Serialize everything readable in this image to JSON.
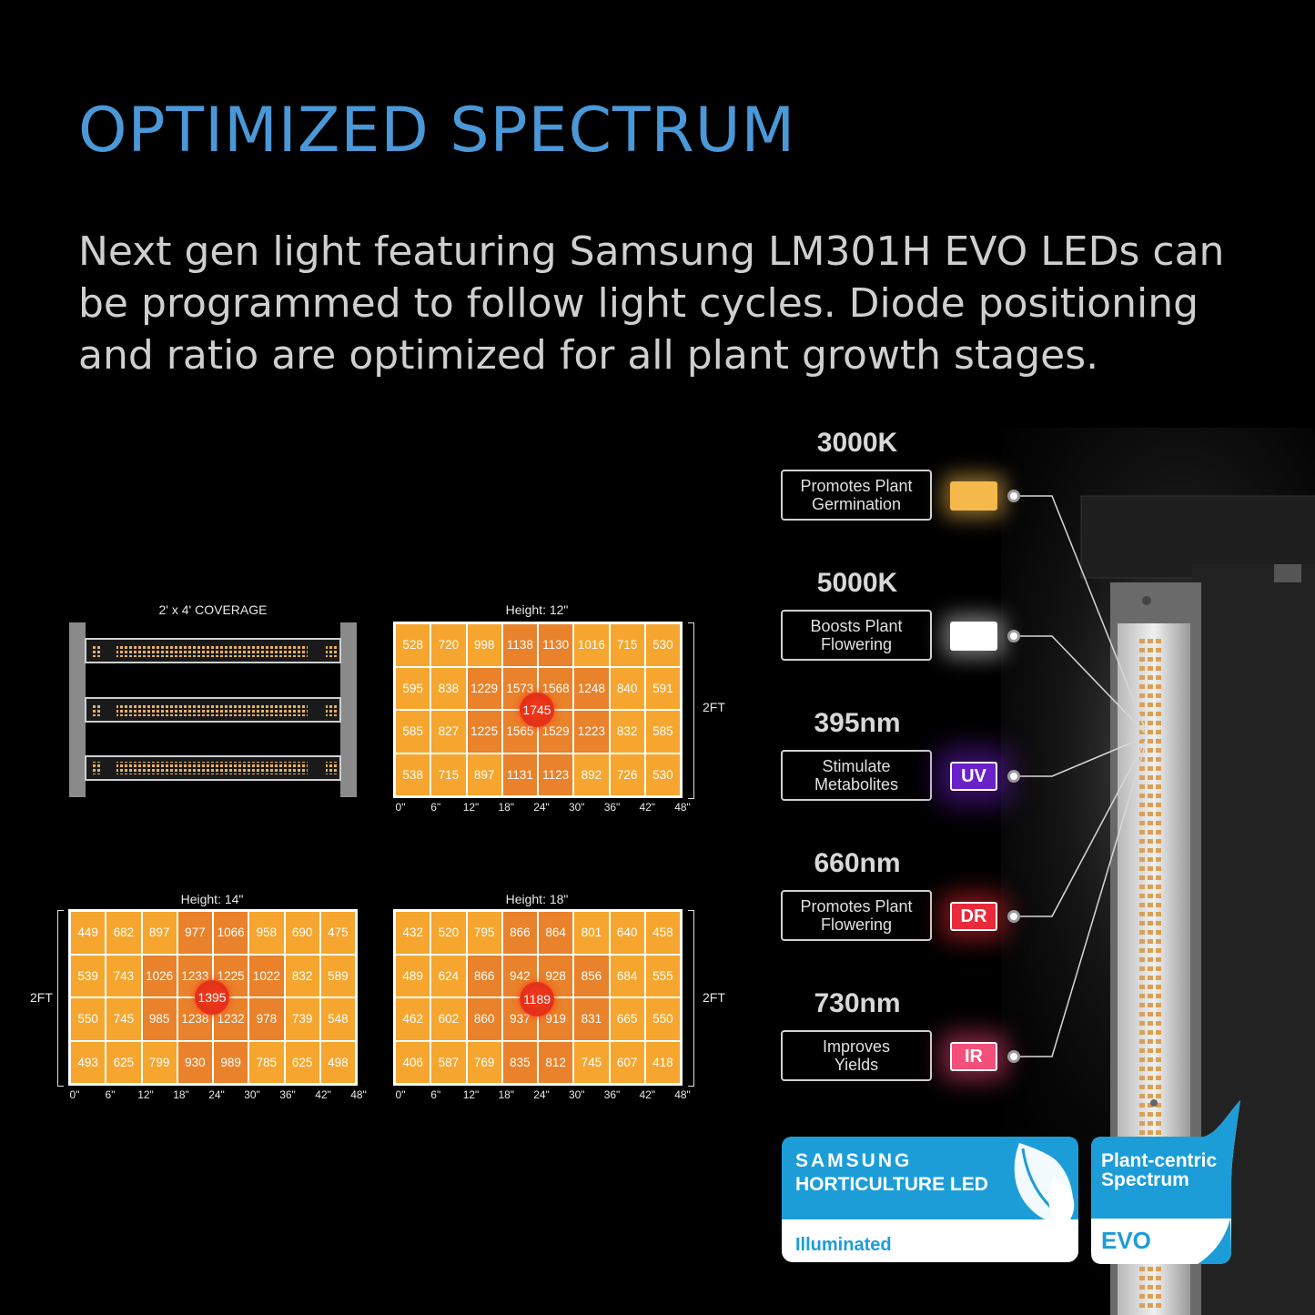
{
  "header": {
    "title": "OPTIMIZED SPECTRUM",
    "description_lines": [
      "Next gen light featuring Samsung LM301H EVO LEDs can",
      "be programmed to follow light cycles. Diode positioning",
      "and ratio are optimized for all plant growth stages."
    ]
  },
  "coverage": {
    "title": "2' x 4' COVERAGE"
  },
  "ppfd_maps": [
    {
      "height_label": "Height: 12\"",
      "size_label": "2FT",
      "peak": "1745",
      "rows": [
        [
          "528",
          "720",
          "998",
          "1138",
          "1130",
          "1016",
          "715",
          "530"
        ],
        [
          "595",
          "838",
          "1229",
          "1573",
          "1568",
          "1248",
          "840",
          "591"
        ],
        [
          "585",
          "827",
          "1225",
          "1565",
          "1529",
          "1223",
          "832",
          "585"
        ],
        [
          "538",
          "715",
          "897",
          "1131",
          "1123",
          "892",
          "726",
          "530"
        ]
      ]
    },
    {
      "height_label": "Height: 14\"",
      "size_label": "2FT",
      "peak": "1395",
      "rows": [
        [
          "449",
          "682",
          "897",
          "977",
          "1066",
          "958",
          "690",
          "475"
        ],
        [
          "539",
          "743",
          "1026",
          "1233",
          "1225",
          "1022",
          "832",
          "589"
        ],
        [
          "550",
          "745",
          "985",
          "1238",
          "1232",
          "978",
          "739",
          "548"
        ],
        [
          "493",
          "625",
          "799",
          "930",
          "989",
          "785",
          "625",
          "498"
        ]
      ]
    },
    {
      "height_label": "Height: 18\"",
      "size_label": "2FT",
      "peak": "1189",
      "rows": [
        [
          "432",
          "520",
          "795",
          "866",
          "864",
          "801",
          "640",
          "458"
        ],
        [
          "489",
          "624",
          "866",
          "942",
          "928",
          "856",
          "684",
          "555"
        ],
        [
          "462",
          "602",
          "860",
          "937",
          "919",
          "831",
          "665",
          "550"
        ],
        [
          "406",
          "587",
          "769",
          "835",
          "812",
          "745",
          "607",
          "418"
        ]
      ]
    }
  ],
  "x_ticks": [
    "0\"",
    "6\"",
    "12\"",
    "18\"",
    "24\"",
    "30\"",
    "36\"",
    "42\"",
    "48\""
  ],
  "spectrum": [
    {
      "heading": "3000K",
      "line1": "Promotes Plant",
      "line2": "Germination",
      "chip": "",
      "color": "#f5b84a"
    },
    {
      "heading": "5000K",
      "line1": "Boosts Plant",
      "line2": "Flowering",
      "chip": "",
      "color": "#ffffff"
    },
    {
      "heading": "395nm",
      "line1": "Stimulate",
      "line2": "Metabolites",
      "chip": "UV",
      "color": "#6a22c8"
    },
    {
      "heading": "660nm",
      "line1": "Promotes Plant",
      "line2": "Flowering",
      "chip": "DR",
      "color": "#e82a3a"
    },
    {
      "heading": "730nm",
      "line1": "Improves",
      "line2": "Yields",
      "chip": "IR",
      "color": "#f2507a"
    }
  ],
  "badges": {
    "samsung_brand": "SAMSUNG",
    "samsung_line": "HORTICULTURE LED",
    "samsung_sub": "Illuminated",
    "evo_line1": "Plant-centric",
    "evo_line2": "Spectrum",
    "evo_name": "EVO"
  },
  "colors": {
    "title": "#4a98d8",
    "grid_orange": "#f6a62e",
    "grid_hot": "#e9822a",
    "badge_blue": "#1d9dd8"
  }
}
